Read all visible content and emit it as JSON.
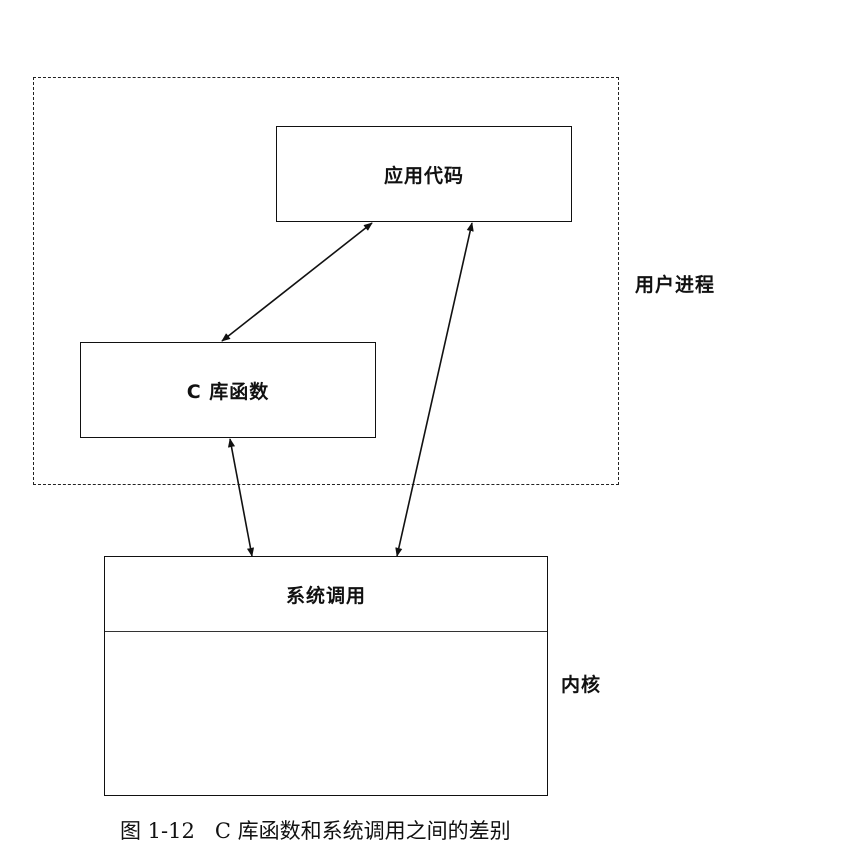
{
  "diagram": {
    "app_code_label": "应用代码",
    "c_library_label": "C 库函数",
    "system_call_label": "系统调用",
    "user_process_label": "用户进程",
    "kernel_label": "内核",
    "caption": "图 1-12   C 库函数和系统调用之间的差别"
  },
  "colors": {
    "line": "#111111",
    "background": "#ffffff"
  }
}
